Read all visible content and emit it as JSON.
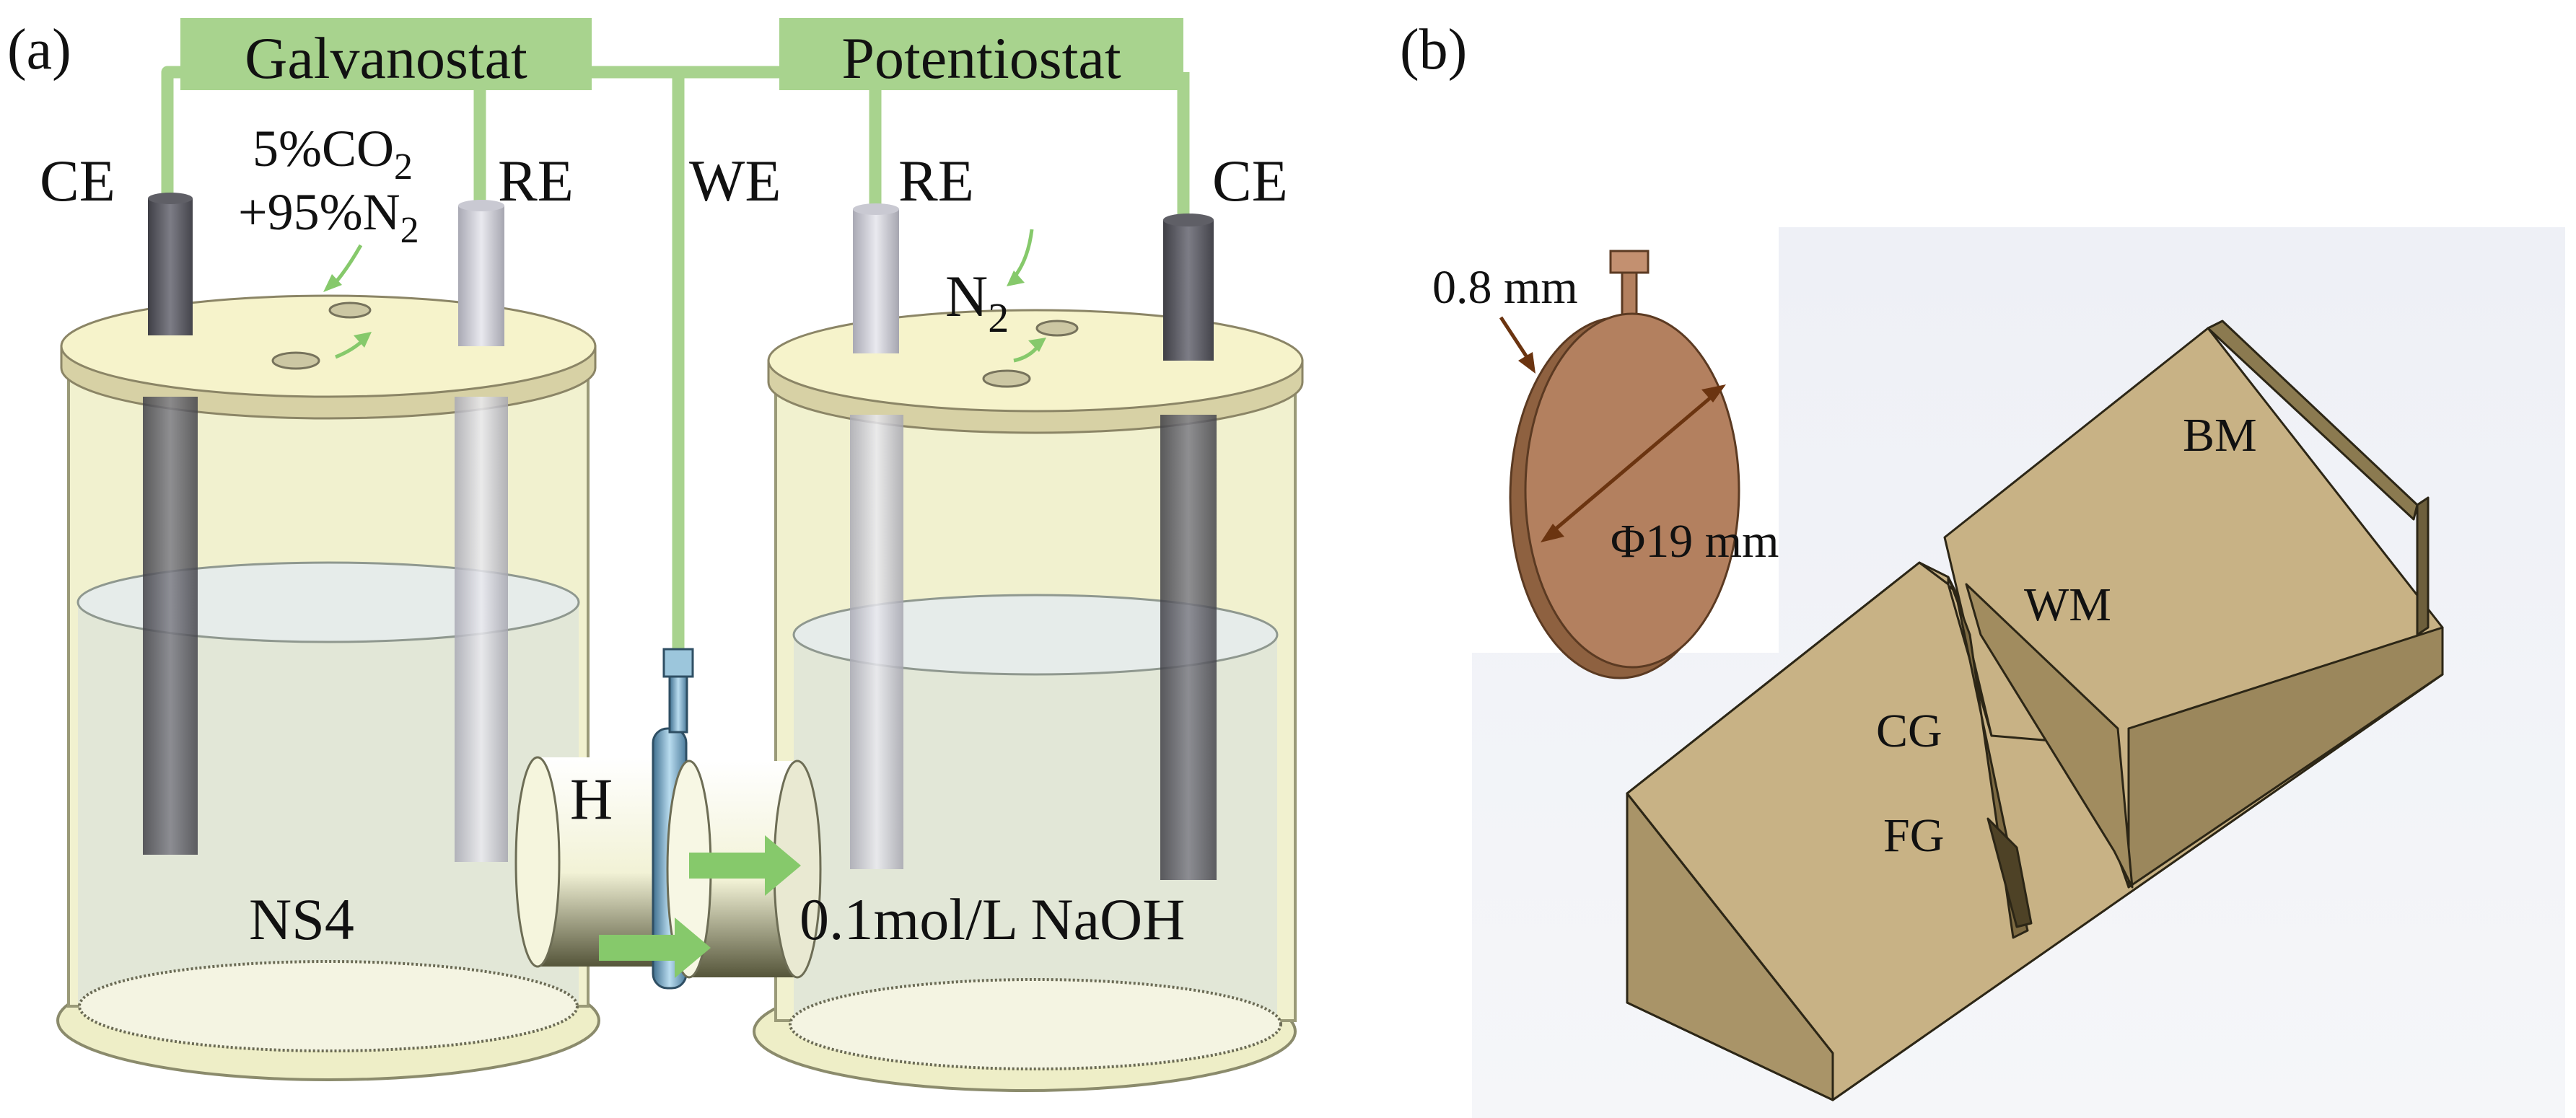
{
  "panel_a": {
    "panel_label": "(a)",
    "galvanostat": "Galvanostat",
    "potentiostat": "Potentiostat",
    "left_cell": {
      "ce": "CE",
      "re": "RE",
      "gas_line1": "5%CO",
      "gas_line1_sub": "2",
      "gas_line2": "+95%N",
      "gas_line2_sub": "2",
      "solution": "NS4"
    },
    "we": "WE",
    "right_cell": {
      "re": "RE",
      "ce": "CE",
      "gas": "N",
      "gas_sub": "2",
      "solution": "0.1mol/L NaOH"
    },
    "membrane": "H"
  },
  "panel_b": {
    "panel_label": "(b)",
    "thickness": "0.8 mm",
    "diameter": "Φ19 mm",
    "labels": [
      "BM",
      "WM",
      "CG",
      "FG"
    ]
  },
  "colors": {
    "wire_green": "#a8d38e",
    "arrow_green": "#86c96b",
    "cell_yellow": "#f1f1cf",
    "lid": "#f6f3cb",
    "electrode_dark": "#5f5f66",
    "electrode_light": "#c9c9d2",
    "specimen_brown": "#b3805f",
    "block_tan": "#c8b285",
    "block_front": "#a99468",
    "block_side": "#786842"
  }
}
